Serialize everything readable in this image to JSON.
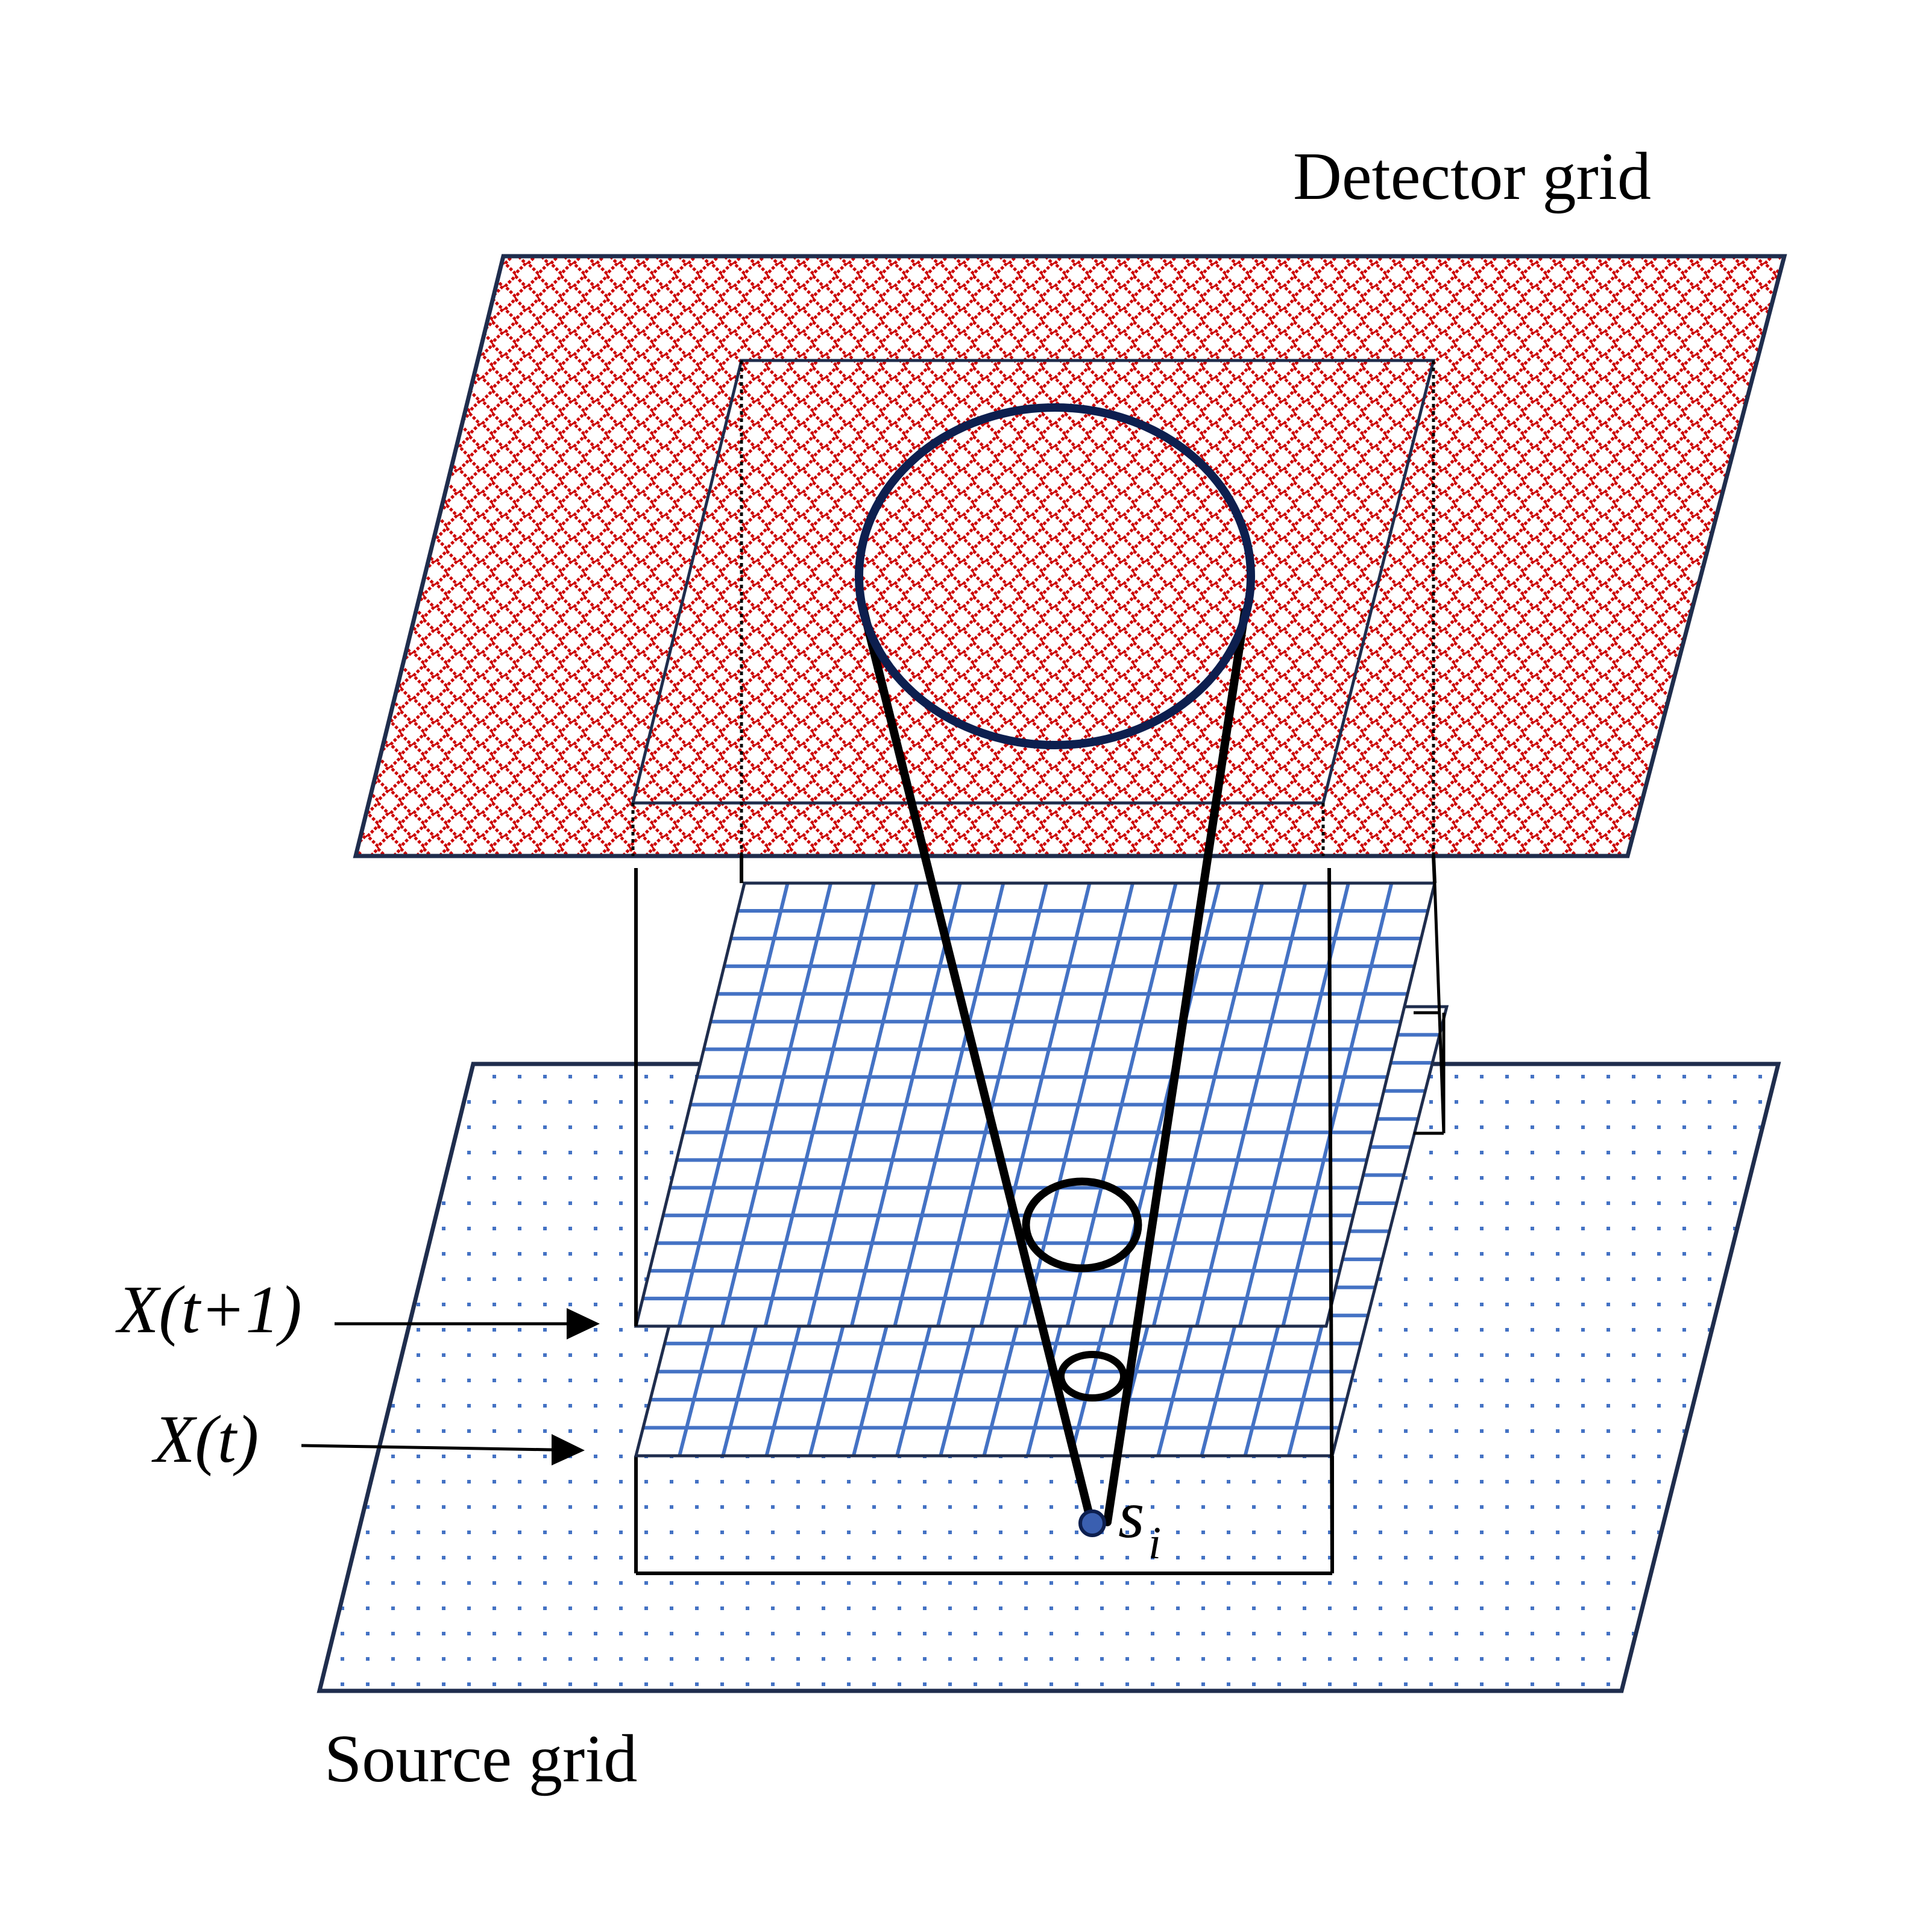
{
  "labels": {
    "detector_grid": "Detector grid",
    "source_grid": "Source grid",
    "x_t_plus_1": "X(t+1)",
    "x_t": "X(t)",
    "source_point": "s",
    "source_point_subscript": "i"
  },
  "colors": {
    "detector_pattern": "#cc0000",
    "source_dots": "#4472c4",
    "volume_grid": "#4472c4",
    "plane_edge": "#1f2d4d",
    "cone_circle_top": "#0d1f4f",
    "source_point_fill": "#3a5fb0",
    "stroke": "#000000"
  },
  "icons": {
    "arrow_x_t_plus_1": "arrow-right-icon",
    "arrow_x_t": "arrow-right-icon"
  }
}
